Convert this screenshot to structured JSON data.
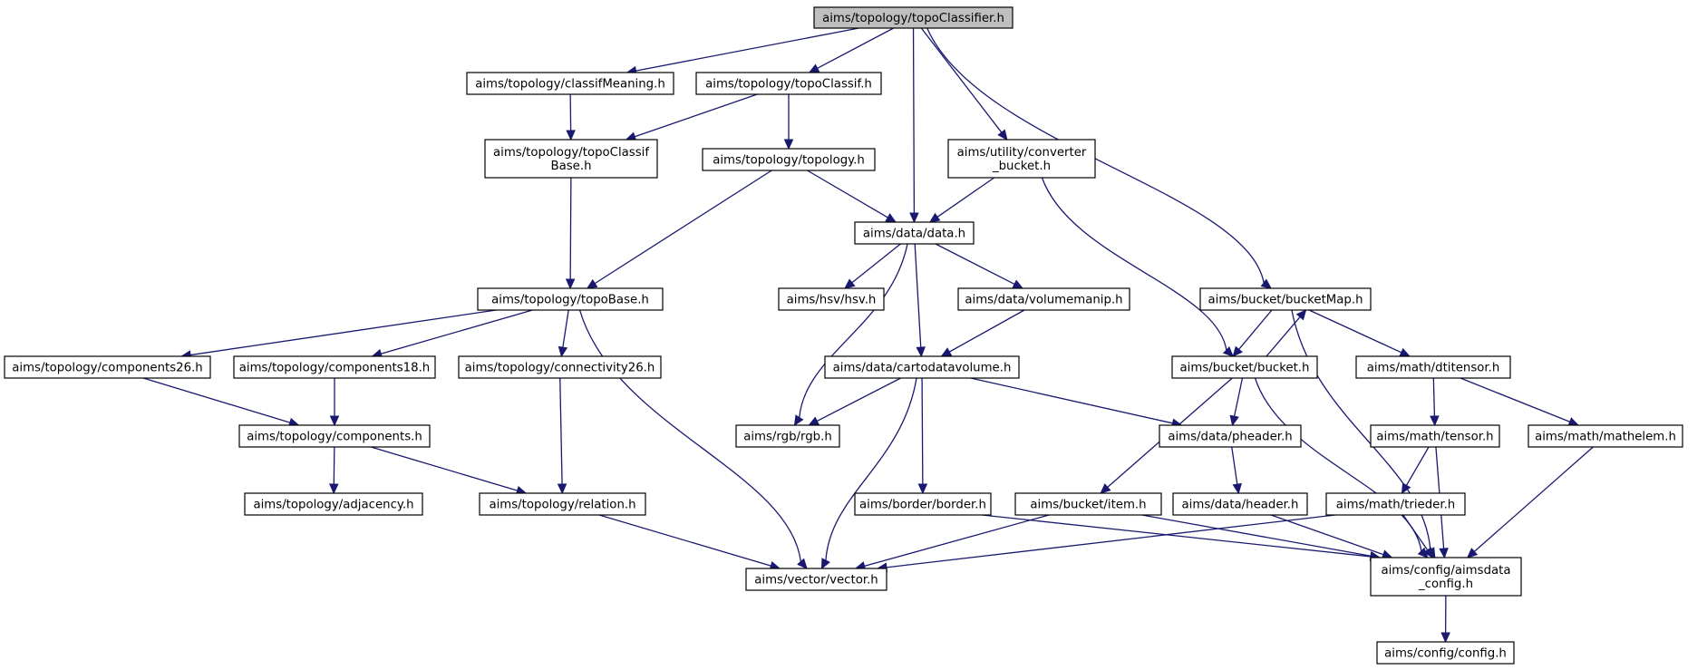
{
  "colors": {
    "edge": "#191970",
    "root_fill": "#bfbfbf",
    "node_fill": "#ffffff",
    "node_border": "#000000"
  },
  "nodes": [
    {
      "id": "topoClassifier",
      "lines": [
        "aims/topology/topoClassifier.h"
      ],
      "root": true
    },
    {
      "id": "classifMeaning",
      "lines": [
        "aims/topology/classifMeaning.h"
      ]
    },
    {
      "id": "topoClassif",
      "lines": [
        "aims/topology/topoClassif.h"
      ]
    },
    {
      "id": "topoClassifBase",
      "lines": [
        "aims/topology/topoClassif",
        "Base.h"
      ]
    },
    {
      "id": "topology",
      "lines": [
        "aims/topology/topology.h"
      ]
    },
    {
      "id": "converterBucket",
      "lines": [
        "aims/utility/converter",
        "_bucket.h"
      ]
    },
    {
      "id": "data",
      "lines": [
        "aims/data/data.h"
      ]
    },
    {
      "id": "topoBase",
      "lines": [
        "aims/topology/topoBase.h"
      ]
    },
    {
      "id": "hsv",
      "lines": [
        "aims/hsv/hsv.h"
      ]
    },
    {
      "id": "volumemanip",
      "lines": [
        "aims/data/volumemanip.h"
      ]
    },
    {
      "id": "bucketMap",
      "lines": [
        "aims/bucket/bucketMap.h"
      ]
    },
    {
      "id": "components26",
      "lines": [
        "aims/topology/components26.h"
      ]
    },
    {
      "id": "components18",
      "lines": [
        "aims/topology/components18.h"
      ]
    },
    {
      "id": "connectivity26",
      "lines": [
        "aims/topology/connectivity26.h"
      ]
    },
    {
      "id": "cartodatavolume",
      "lines": [
        "aims/data/cartodatavolume.h"
      ]
    },
    {
      "id": "bucket",
      "lines": [
        "aims/bucket/bucket.h"
      ]
    },
    {
      "id": "dtitensor",
      "lines": [
        "aims/math/dtitensor.h"
      ]
    },
    {
      "id": "components",
      "lines": [
        "aims/topology/components.h"
      ]
    },
    {
      "id": "rgb",
      "lines": [
        "aims/rgb/rgb.h"
      ]
    },
    {
      "id": "pheader",
      "lines": [
        "aims/data/pheader.h"
      ]
    },
    {
      "id": "tensor",
      "lines": [
        "aims/math/tensor.h"
      ]
    },
    {
      "id": "mathelem",
      "lines": [
        "aims/math/mathelem.h"
      ]
    },
    {
      "id": "adjacency",
      "lines": [
        "aims/topology/adjacency.h"
      ]
    },
    {
      "id": "relation",
      "lines": [
        "aims/topology/relation.h"
      ]
    },
    {
      "id": "border",
      "lines": [
        "aims/border/border.h"
      ]
    },
    {
      "id": "item",
      "lines": [
        "aims/bucket/item.h"
      ]
    },
    {
      "id": "header",
      "lines": [
        "aims/data/header.h"
      ]
    },
    {
      "id": "trieder",
      "lines": [
        "aims/math/trieder.h"
      ]
    },
    {
      "id": "vector",
      "lines": [
        "aims/vector/vector.h"
      ]
    },
    {
      "id": "aimsdataConfig",
      "lines": [
        "aims/config/aimsdata",
        "_config.h"
      ]
    },
    {
      "id": "config",
      "lines": [
        "aims/config/config.h"
      ]
    }
  ],
  "edges": [
    [
      "topoClassifier",
      "classifMeaning"
    ],
    [
      "topoClassifier",
      "topoClassif"
    ],
    [
      "topoClassifier",
      "data"
    ],
    [
      "topoClassifier",
      "converterBucket"
    ],
    [
      "topoClassifier",
      "bucketMap"
    ],
    [
      "classifMeaning",
      "topoClassifBase"
    ],
    [
      "topoClassif",
      "topoClassifBase"
    ],
    [
      "topoClassif",
      "topology"
    ],
    [
      "topoClassifBase",
      "topoBase"
    ],
    [
      "topology",
      "topoBase"
    ],
    [
      "topology",
      "data"
    ],
    [
      "converterBucket",
      "data"
    ],
    [
      "converterBucket",
      "bucket"
    ],
    [
      "data",
      "rgb"
    ],
    [
      "data",
      "hsv"
    ],
    [
      "data",
      "cartodatavolume"
    ],
    [
      "data",
      "volumemanip"
    ],
    [
      "volumemanip",
      "cartodatavolume"
    ],
    [
      "topoBase",
      "components26"
    ],
    [
      "topoBase",
      "components18"
    ],
    [
      "topoBase",
      "connectivity26"
    ],
    [
      "topoBase",
      "vector"
    ],
    [
      "components26",
      "components"
    ],
    [
      "components18",
      "components"
    ],
    [
      "components",
      "adjacency"
    ],
    [
      "components",
      "relation"
    ],
    [
      "connectivity26",
      "relation"
    ],
    [
      "relation",
      "vector"
    ],
    [
      "cartodatavolume",
      "rgb"
    ],
    [
      "cartodatavolume",
      "border"
    ],
    [
      "cartodatavolume",
      "pheader"
    ],
    [
      "cartodatavolume",
      "vector"
    ],
    [
      "bucketMap",
      "bucket"
    ],
    [
      "bucket",
      "bucketMap"
    ],
    [
      "bucketMap",
      "dtitensor"
    ],
    [
      "bucketMap",
      "aimsdataConfig"
    ],
    [
      "bucket",
      "item"
    ],
    [
      "bucket",
      "pheader"
    ],
    [
      "bucket",
      "aimsdataConfig"
    ],
    [
      "dtitensor",
      "tensor"
    ],
    [
      "dtitensor",
      "mathelem"
    ],
    [
      "tensor",
      "trieder"
    ],
    [
      "tensor",
      "aimsdataConfig"
    ],
    [
      "mathelem",
      "aimsdataConfig"
    ],
    [
      "pheader",
      "header"
    ],
    [
      "header",
      "aimsdataConfig"
    ],
    [
      "item",
      "vector"
    ],
    [
      "item",
      "aimsdataConfig"
    ],
    [
      "trieder",
      "vector"
    ],
    [
      "trieder",
      "aimsdataConfig"
    ],
    [
      "border",
      "aimsdataConfig"
    ],
    [
      "aimsdataConfig",
      "config"
    ]
  ]
}
